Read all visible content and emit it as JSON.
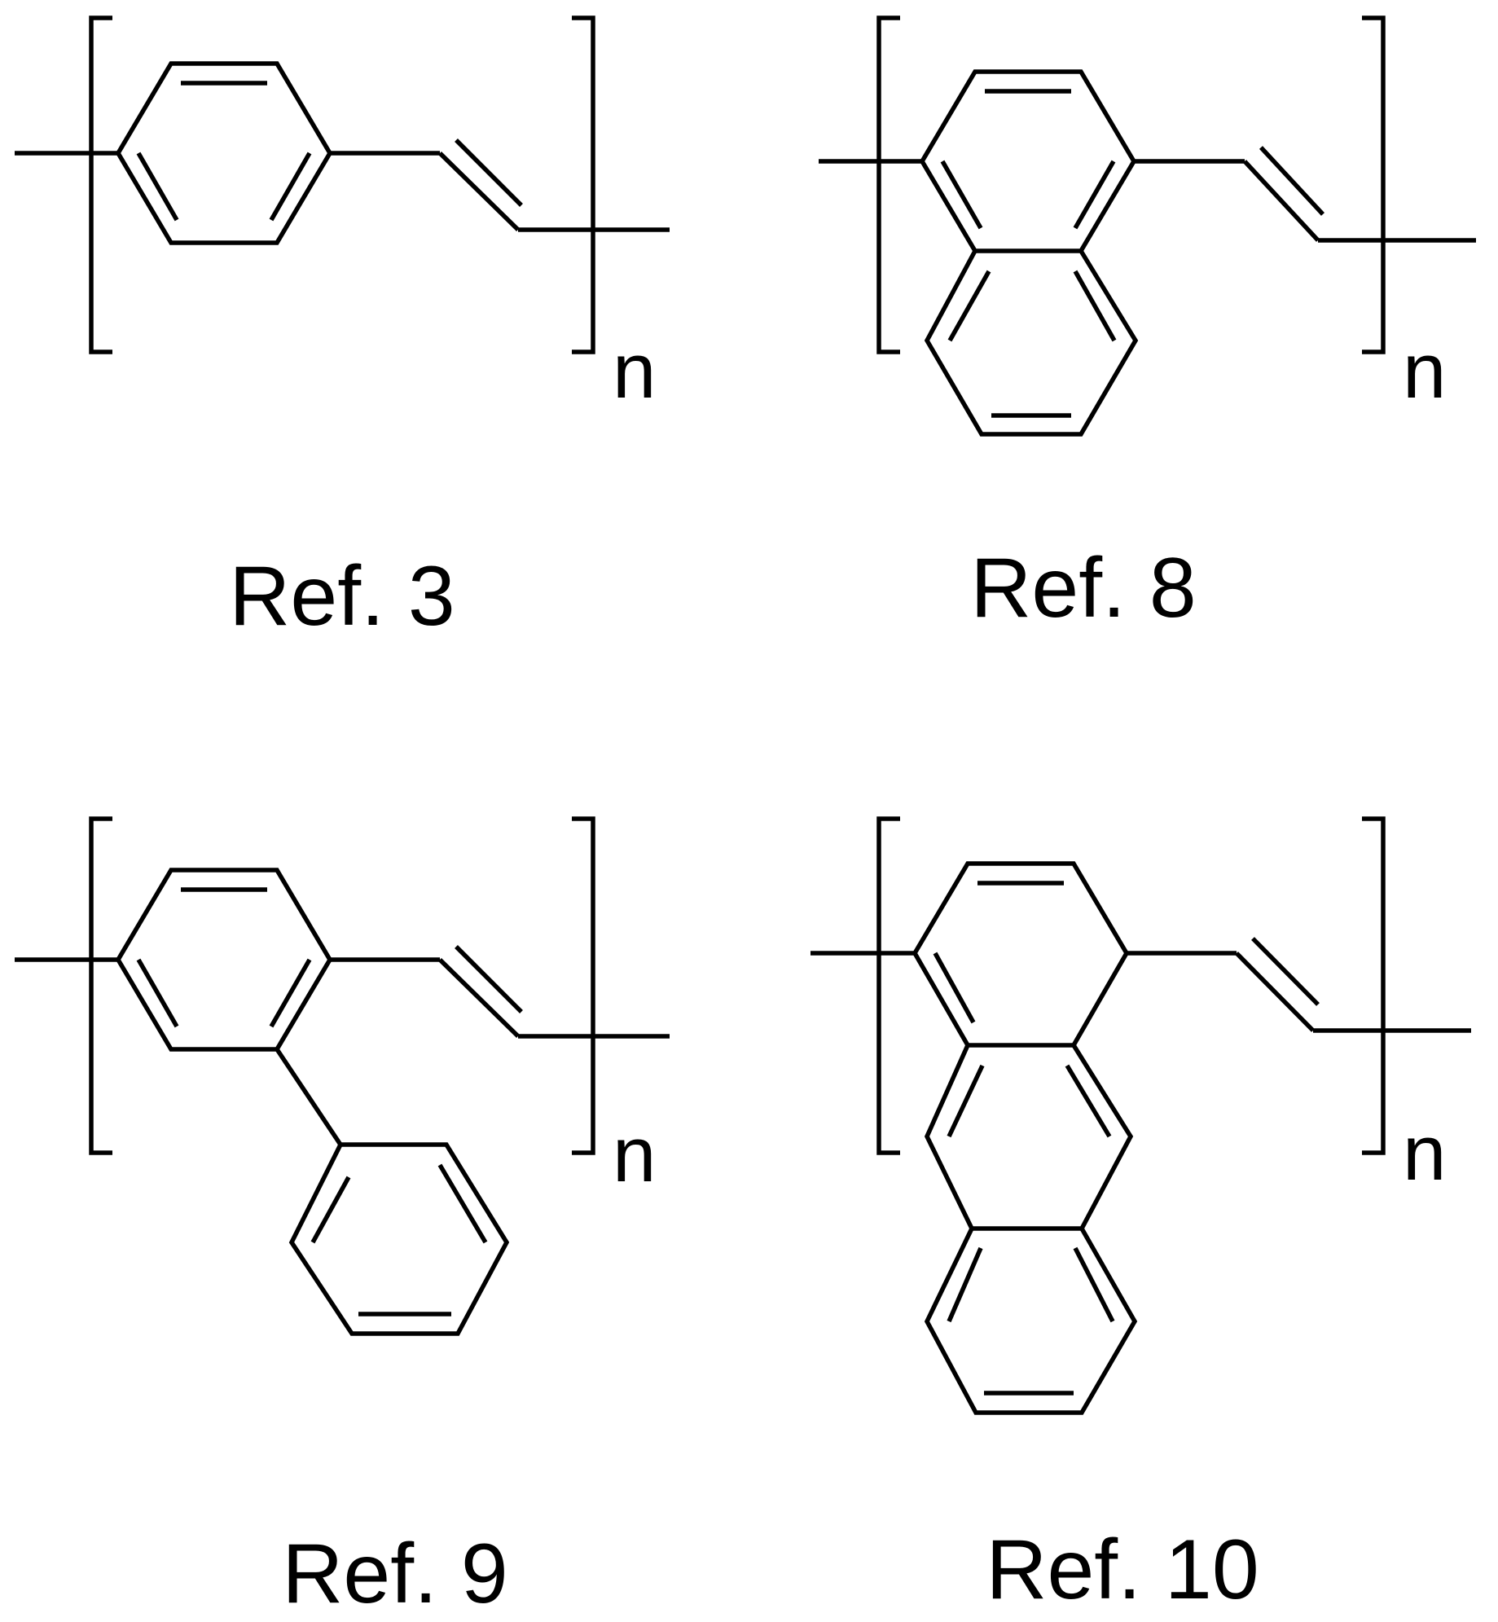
{
  "figure": {
    "structures": [
      {
        "id": "ref3",
        "label": "Ref. 3",
        "repeat_subscript": "n"
      },
      {
        "id": "ref8",
        "label": "Ref. 8",
        "repeat_subscript": "n"
      },
      {
        "id": "ref9",
        "label": "Ref. 9",
        "repeat_subscript": "n"
      },
      {
        "id": "ref10",
        "label": "Ref. 10",
        "repeat_subscript": "n"
      }
    ]
  }
}
